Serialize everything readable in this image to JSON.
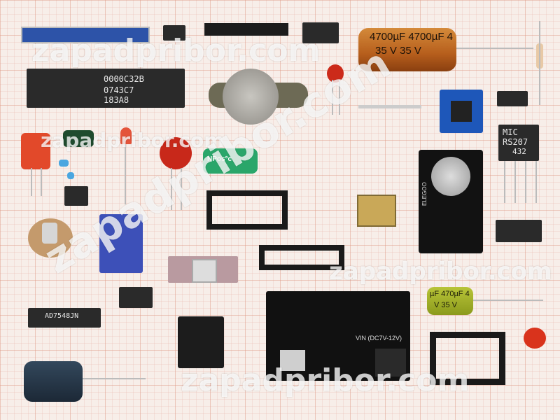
{
  "watermarks": {
    "top": "zapadpribor.com",
    "left": "zapadpribor.com",
    "diagonal": "zapadpribor.com",
    "right": "zapadpribor.com",
    "bottom": "zapadpribor.com"
  },
  "labels": {
    "big_cap_top": "4700µF 4700µF 4",
    "big_cap_bottom": "35 V  35 V",
    "small_cap_top": "µF 470µF 4",
    "small_cap_bottom": "V  35 V",
    "dip40_l1": "0000C32B",
    "dip40_l2": "0743C7",
    "dip40_l3": "183A8",
    "bridge_l1": "MIC",
    "bridge_l2": "RS207",
    "bridge_l3": "432",
    "dip16": "AD7548JN",
    "green_cap": "NPos°c",
    "power_module_vin": "VIN (DC7V-12V)",
    "rtc_brand": "ELEGOO"
  }
}
